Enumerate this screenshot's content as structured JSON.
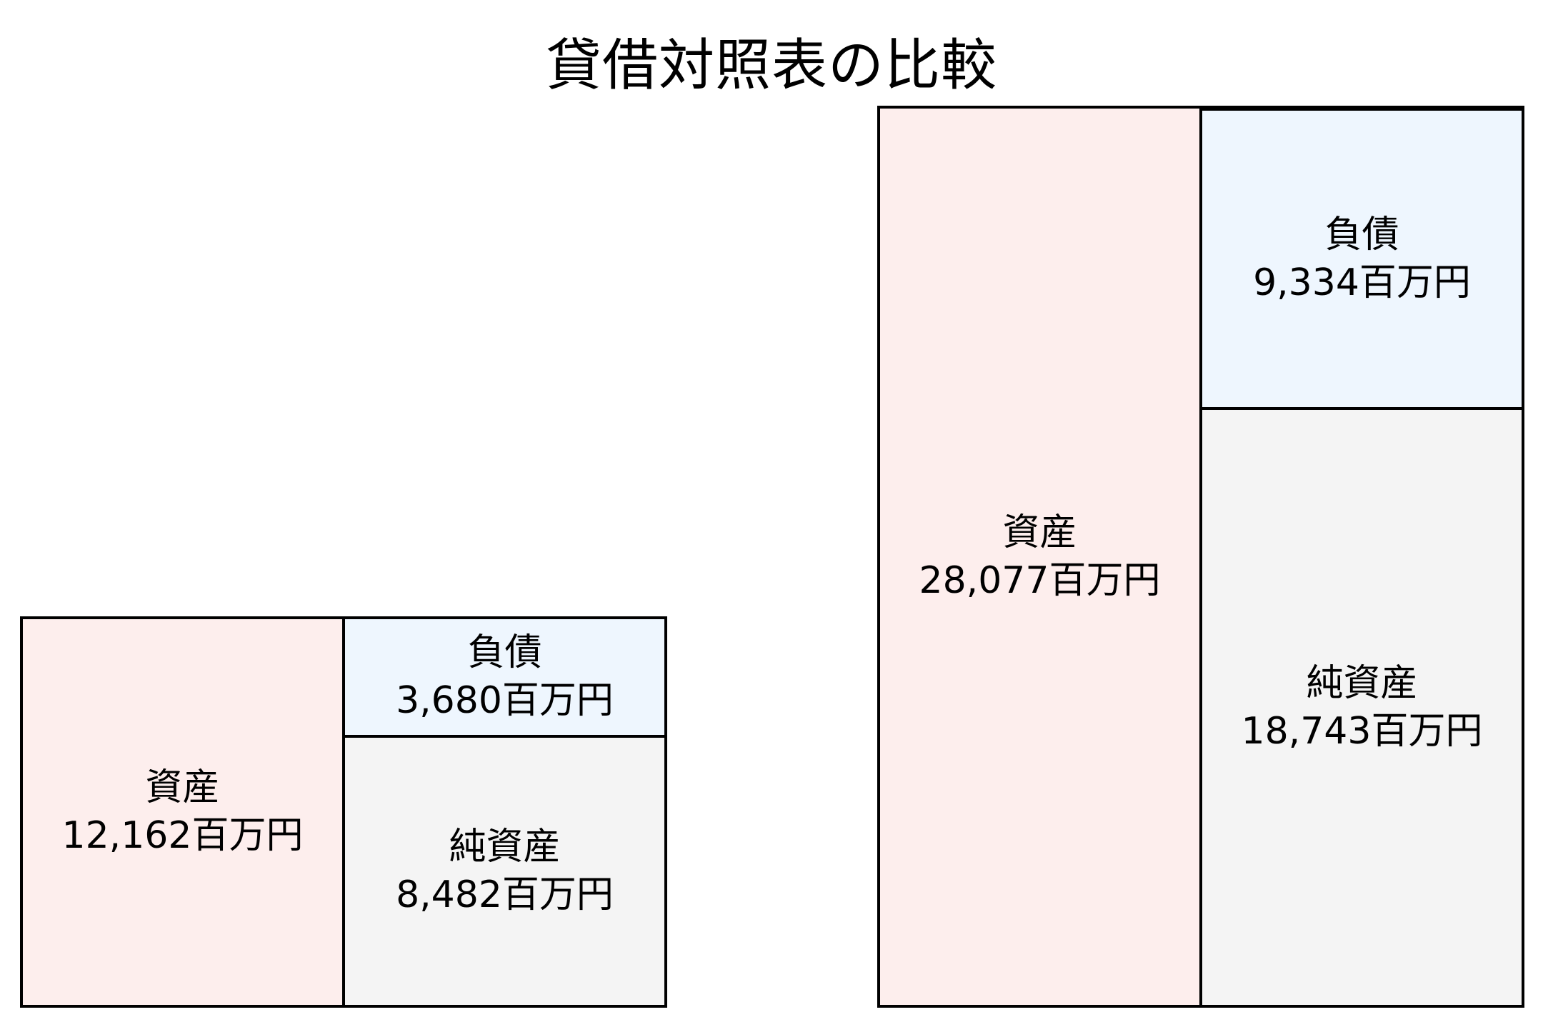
{
  "title": "貸借対照表の比較",
  "colors": {
    "assets": "#fdeeed",
    "liabilities": "#eef6fe",
    "net_assets": "#f4f4f4",
    "border": "#000000"
  },
  "left": {
    "assets": {
      "label": "資産",
      "value": "12,162百万円"
    },
    "liabilities": {
      "label": "負債",
      "value": "3,680百万円"
    },
    "net_assets": {
      "label": "純資産",
      "value": "8,482百万円"
    }
  },
  "right": {
    "assets": {
      "label": "資産",
      "value": "28,077百万円"
    },
    "liabilities": {
      "label": "負債",
      "value": "9,334百万円"
    },
    "net_assets": {
      "label": "純資産",
      "value": "18,743百万円"
    }
  },
  "chart_data": {
    "type": "table",
    "subtype": "balance-sheet-box-diagram",
    "title": "貸借対照表の比較",
    "unit": "百万円",
    "series": [
      {
        "name": "left",
        "assets": 12162,
        "liabilities": 3680,
        "net_assets": 8482
      },
      {
        "name": "right",
        "assets": 28077,
        "liabilities": 9334,
        "net_assets": 18743
      }
    ],
    "categories": [
      "資産",
      "負債",
      "純資産"
    ],
    "legend": "none",
    "grid": false
  }
}
